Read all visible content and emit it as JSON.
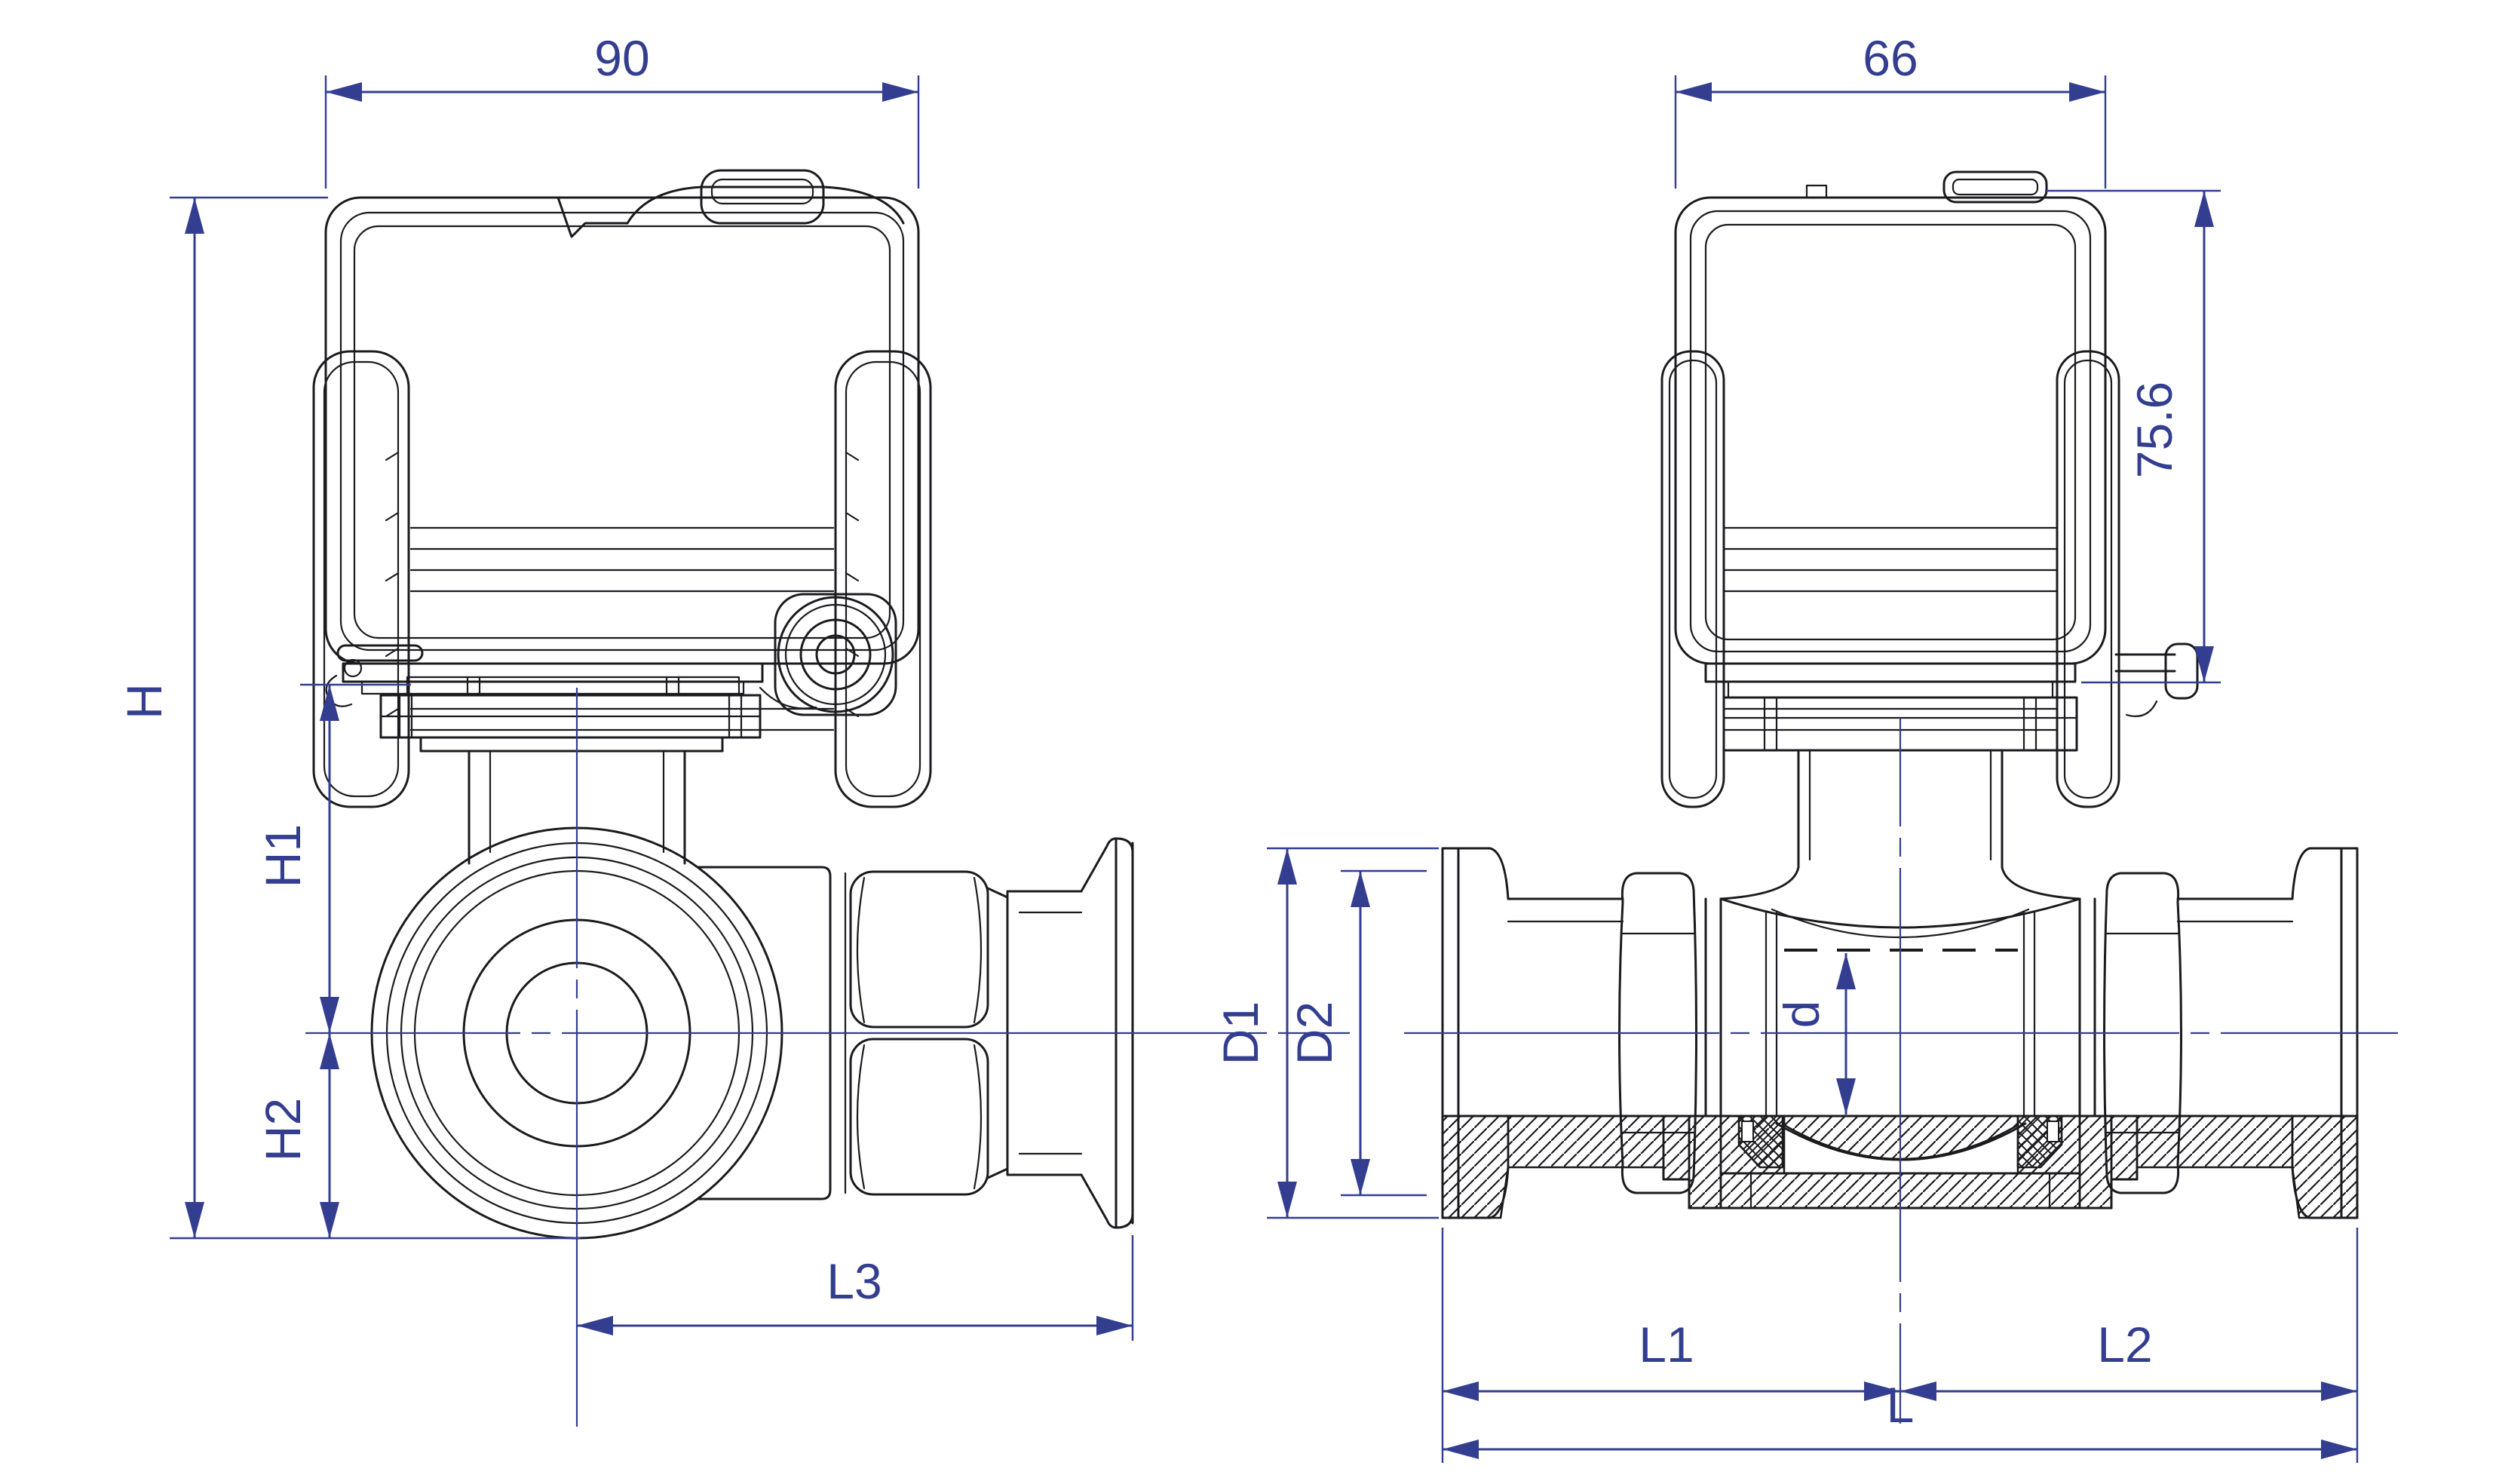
{
  "drawing": {
    "type": "engineering-dimension-drawing",
    "subject": "motorized-sanitary-ball-valve-two-views",
    "colors": {
      "dimension_blue": "#333E91",
      "line_black": "#1b1b1f",
      "background": "#ffffff"
    },
    "side_view": {
      "dims": {
        "actuator_width": "90",
        "total_height": "H",
        "upper_height": "H1",
        "lower_height": "H2",
        "port_length": "L3"
      }
    },
    "front_view": {
      "dims": {
        "actuator_depth": "66",
        "actuator_height": "75.6",
        "flange_od": "D1",
        "union_od": "D2",
        "bore": "d",
        "left_length": "L1",
        "right_length": "L2",
        "total_length": "L"
      }
    }
  }
}
